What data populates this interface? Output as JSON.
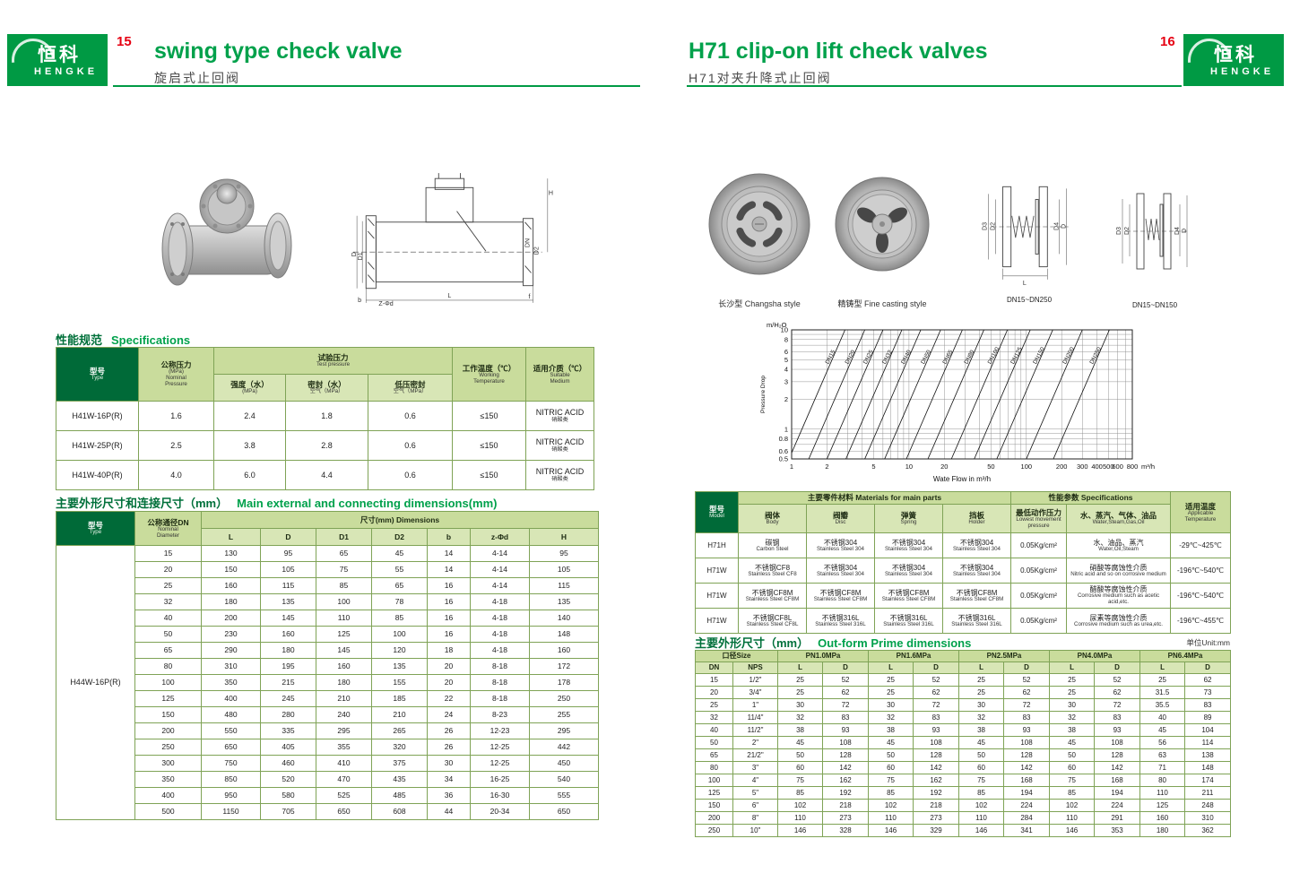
{
  "brand": {
    "logo_zh": "恒科",
    "logo_en": "HENGKE"
  },
  "pages": {
    "left_num": "15",
    "right_num": "16"
  },
  "left_page": {
    "title_en": "swing type check valve",
    "title_zh": "旋启式止回阀",
    "drawing_dims": {
      "h": "H",
      "d": "D",
      "d1": "D1",
      "dn": "DN",
      "d2": "D2",
      "l": "L",
      "zd": "Z-Φd",
      "b": "b",
      "f": "f"
    },
    "spec_section_zh": "性能规范",
    "spec_section_en": "Specifications",
    "spec_table": {
      "h_type": [
        "型号",
        "Type"
      ],
      "h_np": [
        "公称压力",
        "(MPa)",
        "Nominal",
        "Pressure"
      ],
      "h_test": [
        "试验压力",
        "Test pressure"
      ],
      "h_strength": [
        "强度（水）",
        "(MPa)"
      ],
      "h_seal": [
        "密封（水）",
        "空气（MPa）"
      ],
      "h_lowseal": [
        "低压密封",
        "空气（MPa）"
      ],
      "h_wt": [
        "工作温度（℃）",
        "Working",
        "Temperature"
      ],
      "h_sm": [
        "适用介质（℃）",
        "Suitable",
        "Medium"
      ],
      "rows": [
        [
          "H41W-16P(R)",
          "1.6",
          "2.4",
          "1.8",
          "0.6",
          "≤150",
          [
            "NITRIC ACID",
            "硝酸类"
          ]
        ],
        [
          "H41W-25P(R)",
          "2.5",
          "3.8",
          "2.8",
          "0.6",
          "≤150",
          [
            "NITRIC ACID",
            "硝酸类"
          ]
        ],
        [
          "H41W-40P(R)",
          "4.0",
          "6.0",
          "4.4",
          "0.6",
          "≤150",
          [
            "NITRIC ACID",
            "硝酸类"
          ]
        ]
      ]
    },
    "dim_section_zh": "主要外形尺寸和连接尺寸（mm）",
    "dim_section_en": "Main external and connecting dimensions(mm)",
    "dim_table": {
      "h_type": [
        "型号",
        "Type"
      ],
      "h_dn": [
        "公称通径DN",
        "Nominal",
        "Diameter"
      ],
      "h_dims": "尺寸(mm) Dimensions",
      "cols": [
        "L",
        "D",
        "D1",
        "D2",
        "b",
        "z-Φd",
        "H"
      ],
      "model": "H44W-16P(R)",
      "rows": [
        [
          "15",
          "130",
          "95",
          "65",
          "45",
          "14",
          "4-14",
          "95"
        ],
        [
          "20",
          "150",
          "105",
          "75",
          "55",
          "14",
          "4-14",
          "105"
        ],
        [
          "25",
          "160",
          "115",
          "85",
          "65",
          "16",
          "4-14",
          "115"
        ],
        [
          "32",
          "180",
          "135",
          "100",
          "78",
          "16",
          "4-18",
          "135"
        ],
        [
          "40",
          "200",
          "145",
          "110",
          "85",
          "16",
          "4-18",
          "140"
        ],
        [
          "50",
          "230",
          "160",
          "125",
          "100",
          "16",
          "4-18",
          "148"
        ],
        [
          "65",
          "290",
          "180",
          "145",
          "120",
          "18",
          "4-18",
          "160"
        ],
        [
          "80",
          "310",
          "195",
          "160",
          "135",
          "20",
          "8-18",
          "172"
        ],
        [
          "100",
          "350",
          "215",
          "180",
          "155",
          "20",
          "8-18",
          "178"
        ],
        [
          "125",
          "400",
          "245",
          "210",
          "185",
          "22",
          "8-18",
          "250"
        ],
        [
          "150",
          "480",
          "280",
          "240",
          "210",
          "24",
          "8-23",
          "255"
        ],
        [
          "200",
          "550",
          "335",
          "295",
          "265",
          "26",
          "12-23",
          "295"
        ],
        [
          "250",
          "650",
          "405",
          "355",
          "320",
          "26",
          "12-25",
          "442"
        ],
        [
          "300",
          "750",
          "460",
          "410",
          "375",
          "30",
          "12-25",
          "450"
        ],
        [
          "350",
          "850",
          "520",
          "470",
          "435",
          "34",
          "16-25",
          "540"
        ],
        [
          "400",
          "950",
          "580",
          "525",
          "485",
          "36",
          "16-30",
          "555"
        ],
        [
          "500",
          "1150",
          "705",
          "650",
          "608",
          "44",
          "20-34",
          "650"
        ]
      ]
    }
  },
  "right_page": {
    "title_en": "H71 clip-on lift check valves",
    "title_zh": "H71对夹升降式止回阀",
    "photo_labels": [
      {
        "zh": "长沙型",
        "en": "Changsha style"
      },
      {
        "zh": "精铸型",
        "en": "Fine casting style"
      }
    ],
    "drawing_captions": [
      "DN15~DN250",
      "DN15~DN150"
    ],
    "drawing_dims": {
      "d3": "D3",
      "d2": "D2",
      "d": "D",
      "d4": "D4",
      "l": "L"
    },
    "materials_table": {
      "h_model": [
        "型号",
        "Model"
      ],
      "h_materials": "主要零件材料 Materials for main parts",
      "h_spec": "性能参数 Specifications",
      "h_body": [
        "阀体",
        "Body"
      ],
      "h_disc": [
        "阀瓣",
        "Disc"
      ],
      "h_spring": [
        "弹簧",
        "Spring"
      ],
      "h_holder": [
        "挡板",
        "Holder"
      ],
      "h_pressure": [
        "最低动作压力",
        "Lowest movement",
        "pressure"
      ],
      "h_medium": [
        "水、蒸汽、气体、油品",
        "Water,Steam,Gas,Oil"
      ],
      "h_temp": [
        "适用温度",
        "Applicable",
        "Temperature"
      ],
      "rows": [
        [
          "H71H",
          [
            "碳钢",
            "Carbon Steel"
          ],
          [
            "不锈钢304",
            "Stainless Steel 304"
          ],
          [
            "不锈钢304",
            "Stainless Steel 304"
          ],
          [
            "不锈钢304",
            "Stainless Steel 304"
          ],
          "0.05Kg/cm²",
          [
            "水、油品、蒸汽",
            "Water,Oil,Steam"
          ],
          "-29℃~425℃"
        ],
        [
          "H71W",
          [
            "不锈钢CF8",
            "Stainless Steel CF8"
          ],
          [
            "不锈钢304",
            "Stainless Steel 304"
          ],
          [
            "不锈钢304",
            "Stainless Steel 304"
          ],
          [
            "不锈钢304",
            "Stainless Steel 304"
          ],
          "0.05Kg/cm²",
          [
            "硝酸等腐蚀性介质",
            "Nitric acid and so on corrosive medium"
          ],
          "-196℃~540℃"
        ],
        [
          "H71W",
          [
            "不锈钢CF8M",
            "Stainless Steel CF8M"
          ],
          [
            "不锈钢CF8M",
            "Stainless Steel CF8M"
          ],
          [
            "不锈钢CF8M",
            "Stainless Steel CF8M"
          ],
          [
            "不锈钢CF8M",
            "Stainless Steel CF8M"
          ],
          "0.05Kg/cm²",
          [
            "醋酸等腐蚀性介质",
            "Corrosive medium such as acetic acid,etc."
          ],
          "-196℃~540℃"
        ],
        [
          "H71W",
          [
            "不锈钢CF8L",
            "Stainless Steel CF8L"
          ],
          [
            "不锈钢316L",
            "Stainless Steel 316L"
          ],
          [
            "不锈钢316L",
            "Stainless Steel 316L"
          ],
          [
            "不锈钢316L",
            "Stainless Steel 316L"
          ],
          "0.05Kg/cm²",
          [
            "尿素等腐蚀性介质",
            "Corrosive medium such as urea,etc."
          ],
          "-196℃~455℃"
        ]
      ]
    },
    "outform_section_zh": "主要外形尺寸（mm）",
    "outform_section_en": "Out-form Prime dimensions",
    "unit_note": "单位Unit:mm",
    "outform_table": {
      "h_size": "口径Size",
      "h_dn": "DN",
      "h_nps": "NPS",
      "h_l": "L",
      "h_d": "D",
      "pn": [
        "PN1.0MPa",
        "PN1.6MPa",
        "PN2.5MPa",
        "PN4.0MPa",
        "PN6.4MPa"
      ],
      "rows": [
        [
          "15",
          "1/2\"",
          "25",
          "52",
          "25",
          "52",
          "25",
          "52",
          "25",
          "52",
          "25",
          "62"
        ],
        [
          "20",
          "3/4\"",
          "25",
          "62",
          "25",
          "62",
          "25",
          "62",
          "25",
          "62",
          "31.5",
          "73"
        ],
        [
          "25",
          "1\"",
          "30",
          "72",
          "30",
          "72",
          "30",
          "72",
          "30",
          "72",
          "35.5",
          "83"
        ],
        [
          "32",
          "11/4\"",
          "32",
          "83",
          "32",
          "83",
          "32",
          "83",
          "32",
          "83",
          "40",
          "89"
        ],
        [
          "40",
          "11/2\"",
          "38",
          "93",
          "38",
          "93",
          "38",
          "93",
          "38",
          "93",
          "45",
          "104"
        ],
        [
          "50",
          "2\"",
          "45",
          "108",
          "45",
          "108",
          "45",
          "108",
          "45",
          "108",
          "56",
          "114"
        ],
        [
          "65",
          "21/2\"",
          "50",
          "128",
          "50",
          "128",
          "50",
          "128",
          "50",
          "128",
          "63",
          "138"
        ],
        [
          "80",
          "3\"",
          "60",
          "142",
          "60",
          "142",
          "60",
          "142",
          "60",
          "142",
          "71",
          "148"
        ],
        [
          "100",
          "4\"",
          "75",
          "162",
          "75",
          "162",
          "75",
          "168",
          "75",
          "168",
          "80",
          "174"
        ],
        [
          "125",
          "5\"",
          "85",
          "192",
          "85",
          "192",
          "85",
          "194",
          "85",
          "194",
          "110",
          "211"
        ],
        [
          "150",
          "6\"",
          "102",
          "218",
          "102",
          "218",
          "102",
          "224",
          "102",
          "224",
          "125",
          "248"
        ],
        [
          "200",
          "8\"",
          "110",
          "273",
          "110",
          "273",
          "110",
          "284",
          "110",
          "291",
          "160",
          "310"
        ],
        [
          "250",
          "10\"",
          "146",
          "328",
          "146",
          "329",
          "146",
          "341",
          "146",
          "353",
          "180",
          "362"
        ]
      ]
    }
  },
  "chart_data": {
    "type": "line",
    "scale": "log-log",
    "title": "",
    "y_unit": "m/H₂O",
    "ylabel": "Pressure Drop",
    "xlabel": "Wate Flow in m³/h",
    "x_unit": "m³/h",
    "xlim": [
      1,
      800
    ],
    "ylim": [
      0.5,
      10
    ],
    "x_ticks": [
      1,
      2,
      5,
      10,
      20,
      50,
      100,
      200,
      300,
      400,
      500,
      600,
      800
    ],
    "y_ticks": [
      10,
      8,
      6,
      5,
      4,
      3,
      2,
      1,
      0.8,
      0.6,
      0.5
    ],
    "top_factor": 3,
    "series": [
      {
        "name": "DN15",
        "x_bottom": 0.95
      },
      {
        "name": "DN20",
        "x_bottom": 1.4
      },
      {
        "name": "DN25",
        "x_bottom": 2.0
      },
      {
        "name": "DN32",
        "x_bottom": 2.9
      },
      {
        "name": "DN40",
        "x_bottom": 4.2
      },
      {
        "name": "DN50",
        "x_bottom": 6.2
      },
      {
        "name": "DN65",
        "x_bottom": 9.5
      },
      {
        "name": "DN80",
        "x_bottom": 14.5
      },
      {
        "name": "DN100",
        "x_bottom": 23
      },
      {
        "name": "DN125",
        "x_bottom": 36
      },
      {
        "name": "DN150",
        "x_bottom": 56
      },
      {
        "name": "DN200",
        "x_bottom": 100
      },
      {
        "name": "DN250",
        "x_bottom": 170
      }
    ]
  }
}
